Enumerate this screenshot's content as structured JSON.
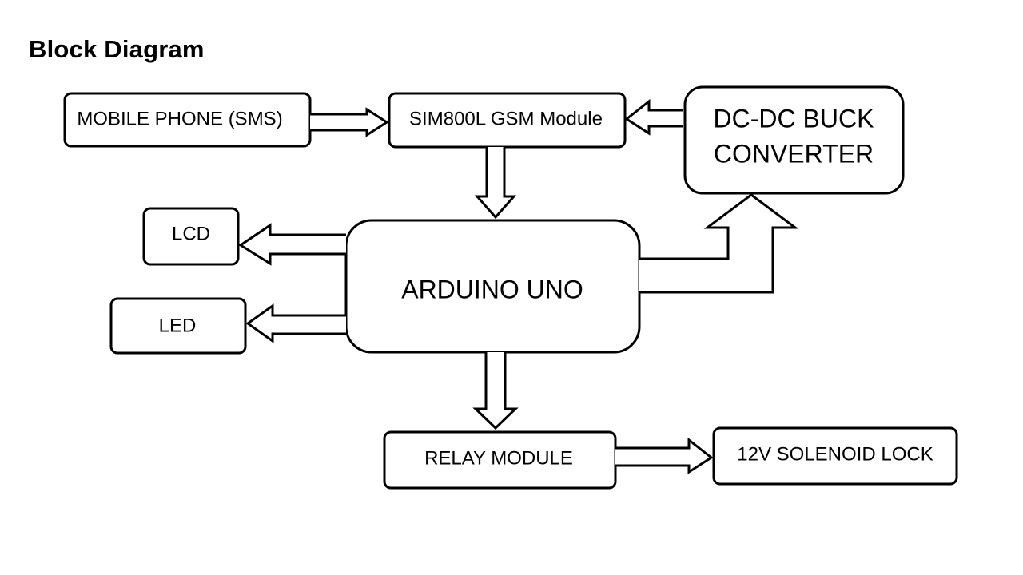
{
  "page": {
    "title": "Block Diagram"
  },
  "blocks": {
    "mobile_phone": "MOBILE PHONE (SMS)",
    "gsm_module": "SIM800L GSM Module",
    "buck_converter_line1": "DC-DC BUCK",
    "buck_converter_line2": "CONVERTER",
    "lcd": "LCD",
    "led": "LED",
    "arduino": "ARDUINO UNO",
    "relay_module": "RELAY MODULE",
    "solenoid_lock": "12V SOLENOID LOCK"
  },
  "connections": [
    {
      "from": "MOBILE PHONE (SMS)",
      "to": "SIM800L GSM Module"
    },
    {
      "from": "DC-DC BUCK CONVERTER",
      "to": "SIM800L GSM Module"
    },
    {
      "from": "SIM800L GSM Module",
      "to": "ARDUINO UNO"
    },
    {
      "from": "ARDUINO UNO",
      "to": "LCD"
    },
    {
      "from": "ARDUINO UNO",
      "to": "LED"
    },
    {
      "from": "ARDUINO UNO",
      "to": "DC-DC BUCK CONVERTER"
    },
    {
      "from": "ARDUINO UNO",
      "to": "RELAY MODULE"
    },
    {
      "from": "RELAY MODULE",
      "to": "12V SOLENOID LOCK"
    }
  ]
}
